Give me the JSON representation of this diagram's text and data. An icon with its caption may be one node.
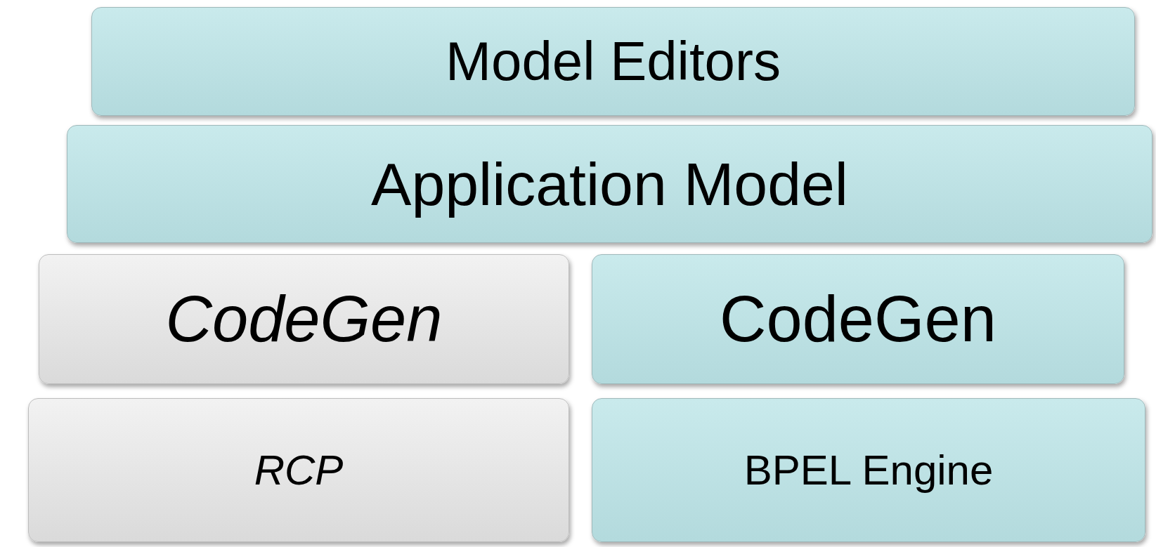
{
  "diagram": {
    "nodes": [
      {
        "text": [
          "Model Editors"
        ]
      },
      {
        "text": [
          "Application Model"
        ]
      },
      {
        "text": [
          "CodeGen"
        ]
      },
      {
        "text": [
          "CodeGen"
        ]
      },
      {
        "text": [
          "RCP"
        ]
      },
      {
        "text": [
          "BPEL Engine"
        ]
      }
    ]
  }
}
